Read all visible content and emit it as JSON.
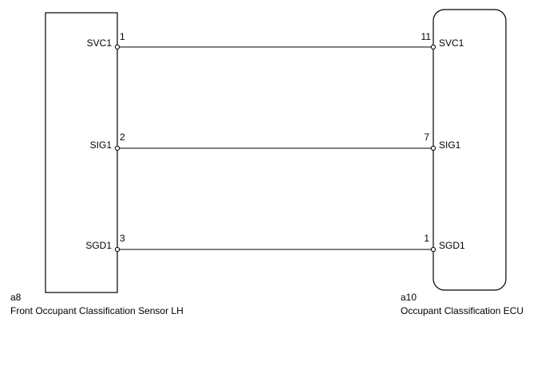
{
  "left_component": {
    "code": "a8",
    "name": "Front Occupant Classification Sensor LH"
  },
  "right_component": {
    "code": "a10",
    "name": "Occupant Classification ECU"
  },
  "connections": [
    {
      "left_label": "SVC1",
      "left_pin": "1",
      "right_pin": "11",
      "right_label": "SVC1"
    },
    {
      "left_label": "SIG1",
      "left_pin": "2",
      "right_pin": "7",
      "right_label": "SIG1"
    },
    {
      "left_label": "SGD1",
      "left_pin": "3",
      "right_pin": "1",
      "right_label": "SGD1"
    }
  ]
}
